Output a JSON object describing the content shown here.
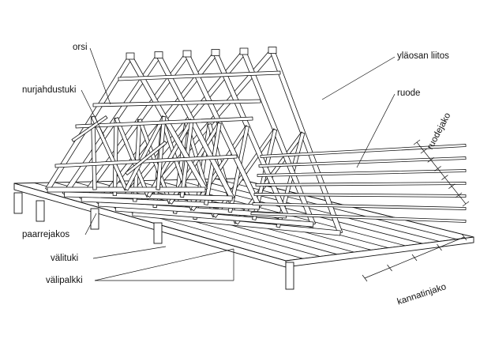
{
  "labels": {
    "orsi": "orsi",
    "nurjahdustuki": "nurjahdustuki",
    "ylaosan_liitos": "yläosan liitos",
    "ruode": "ruode",
    "ruodejako": "ruodejako",
    "paarrejakos": "paarrejakos",
    "valituki": "välituki",
    "valipalkki": "välipalkki",
    "kannatinjako": "kannatinjako"
  },
  "colors": {
    "ink": "#111111",
    "background": "#ffffff",
    "timber": "#ffffff"
  },
  "truss_count": 6
}
